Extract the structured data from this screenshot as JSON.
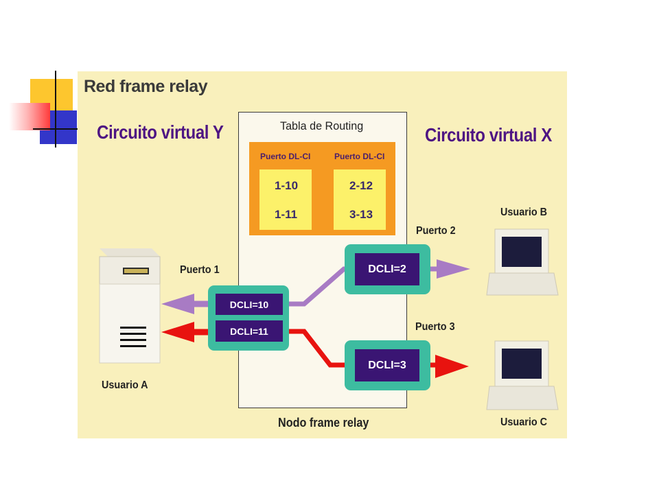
{
  "slide": {
    "title": "Red frame relay",
    "left_heading": "Circuito virtual Y",
    "right_heading": "Circuito virtual X"
  },
  "routing_table": {
    "title": "Tabla de Routing",
    "headers": [
      "Puerto DL-CI",
      "Puerto DL-CI"
    ],
    "rows": [
      [
        "1-10",
        "2-12"
      ],
      [
        "1-11",
        "3-13"
      ]
    ]
  },
  "node": {
    "label": "Nodo frame relay",
    "dcli": [
      "DCLI=10",
      "DCLI=11",
      "DCLI=2",
      "DCLI=3"
    ]
  },
  "ports": [
    "Puerto 1",
    "Puerto 2",
    "Puerto 3"
  ],
  "users": [
    "Usuario A",
    "Usuario B",
    "Usuario C"
  ],
  "colors": {
    "panel": "#f9f0bc",
    "purple_path": "#a87bc4",
    "red_path": "#e8130f",
    "teal_port": "#3dbca0",
    "dcli_box": "#3a1573",
    "routing_table": "#f59a22",
    "routing_cells": "#fcf16a",
    "heading_text": "#4e1583"
  },
  "icons": [
    "server-tower-icon",
    "monitor-icon"
  ]
}
